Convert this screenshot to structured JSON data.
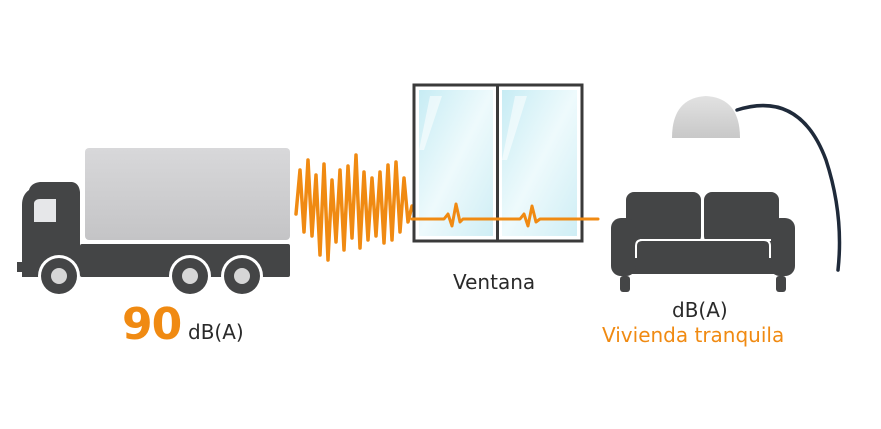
{
  "source": {
    "level": "90",
    "unit": "dB(A)"
  },
  "window": {
    "label": "Ventana"
  },
  "room": {
    "unit": "dB(A)",
    "label": "Vivienda tranquila"
  },
  "colors": {
    "accent": "#f08a12",
    "truck_dark": "#444546",
    "cargo_light": "#d2d2d4",
    "frame": "#3a3a3a",
    "glass": "#d9f1f7",
    "lamp_shade": "#d3d3d3",
    "lamp_arm": "#1f2a3a"
  },
  "icons": [
    "truck-icon",
    "sound-wave-icon",
    "window-icon",
    "sofa-icon",
    "floor-lamp-icon"
  ]
}
